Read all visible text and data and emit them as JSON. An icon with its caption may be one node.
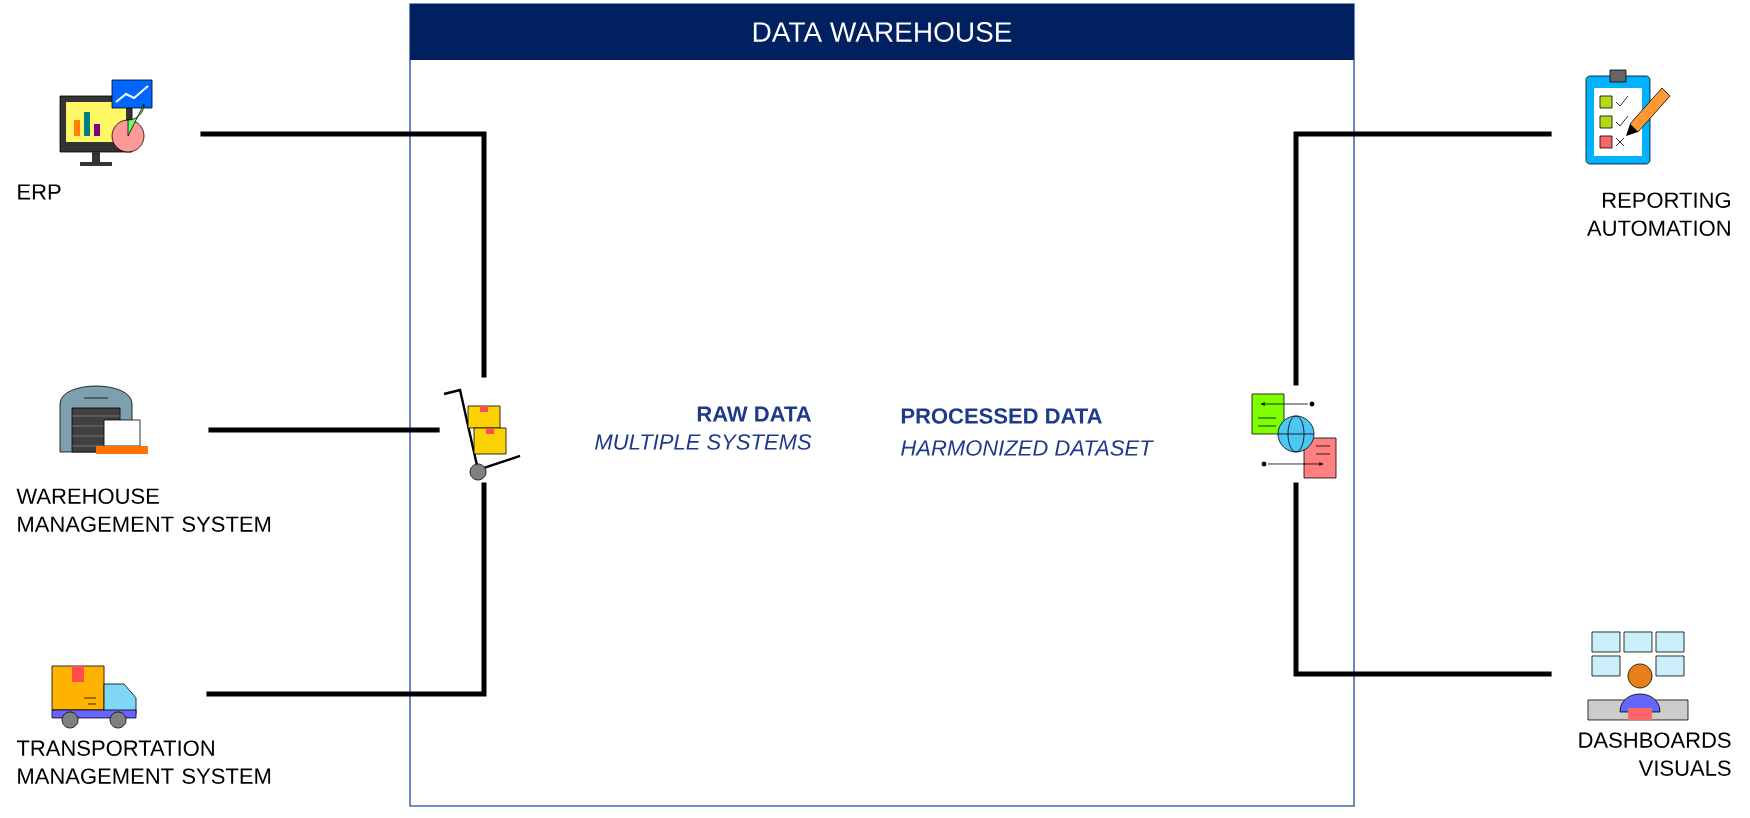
{
  "diagram": {
    "nodes": [
      {
        "text": [
          "DATA WAREHOUSE"
        ]
      },
      {
        "text": [
          "ERP"
        ]
      },
      {
        "text": [
          "WAREHOUSE MANAGEMENT SYSTEM"
        ]
      },
      {
        "text": [
          "TRANSPORTATION MANAGEMENT SYSTEM"
        ]
      },
      {
        "text": [],
        "shape": "picture",
        "in": 0
      },
      {
        "text": [],
        "shape": "picture",
        "in": 0
      },
      {
        "text": [
          "REPORTING AUTOMATION"
        ]
      },
      {
        "text": [
          "DASHBOARDS VISUALS"
        ]
      }
    ],
    "edges": [
      {
        "from": 1,
        "to": 4,
        "arrow": "none"
      },
      {
        "from": 2,
        "to": 4,
        "arrow": "none"
      },
      {
        "from": 3,
        "to": 4,
        "arrow": "none"
      },
      {
        "from": 5,
        "to": 6,
        "arrow": "none"
      },
      {
        "from": 5,
        "to": 7,
        "arrow": "none"
      }
    ],
    "labels": [
      "RAW DATA",
      "MULTIPLE SYSTEMS",
      "PROCESSED DATA",
      "HARMONIZED DATASET"
    ]
  }
}
